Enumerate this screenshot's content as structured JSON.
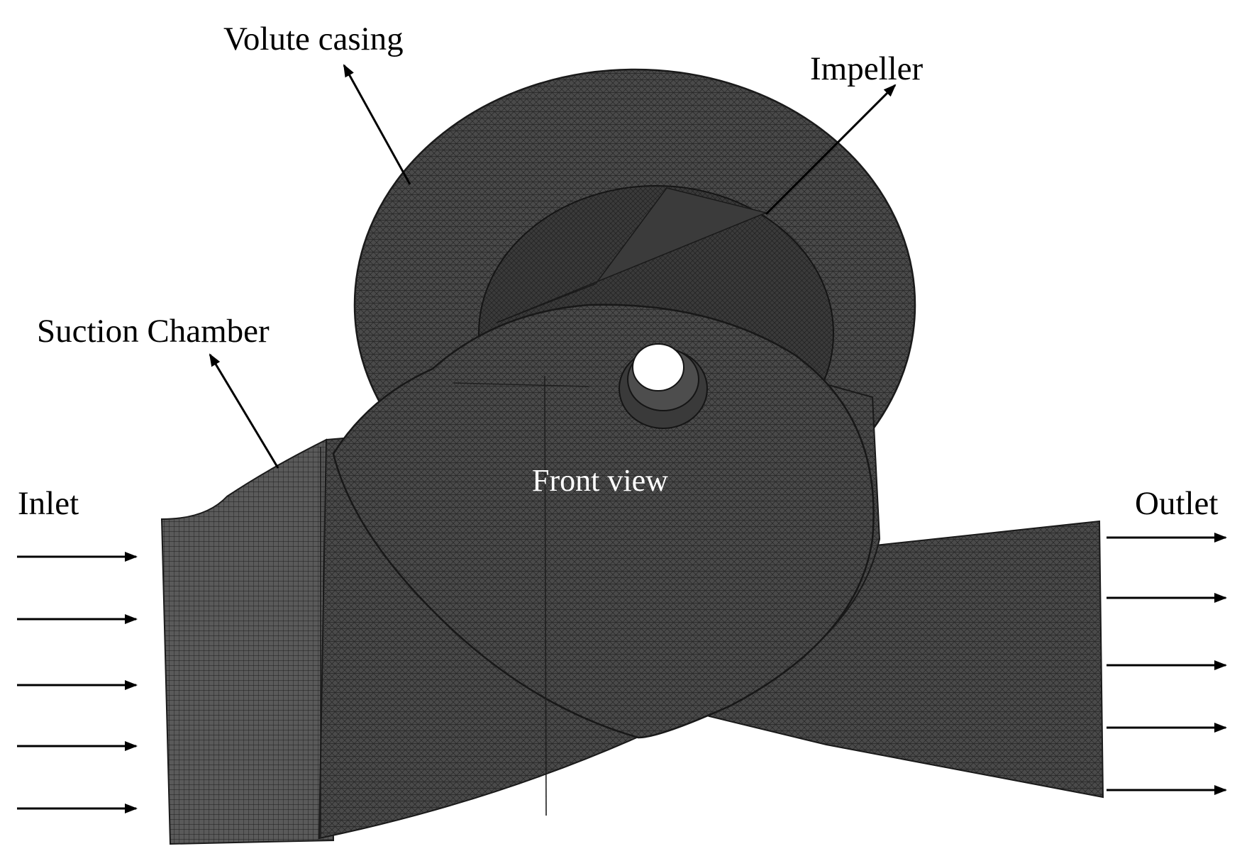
{
  "labels": {
    "volute_casing": "Volute casing",
    "impeller": "Impeller",
    "suction_chamber": "Suction Chamber",
    "front_view": "Front view",
    "inlet": "Inlet",
    "outlet": "Outlet"
  },
  "flow_arrows": {
    "inlet_count": 5,
    "outlet_count": 5
  },
  "colors": {
    "mesh_fill": "#4a4a4a",
    "mesh_line": "#262626",
    "quad_mesh_fill": "#5a5a5a",
    "background": "#ffffff",
    "annotation": "#000000"
  }
}
